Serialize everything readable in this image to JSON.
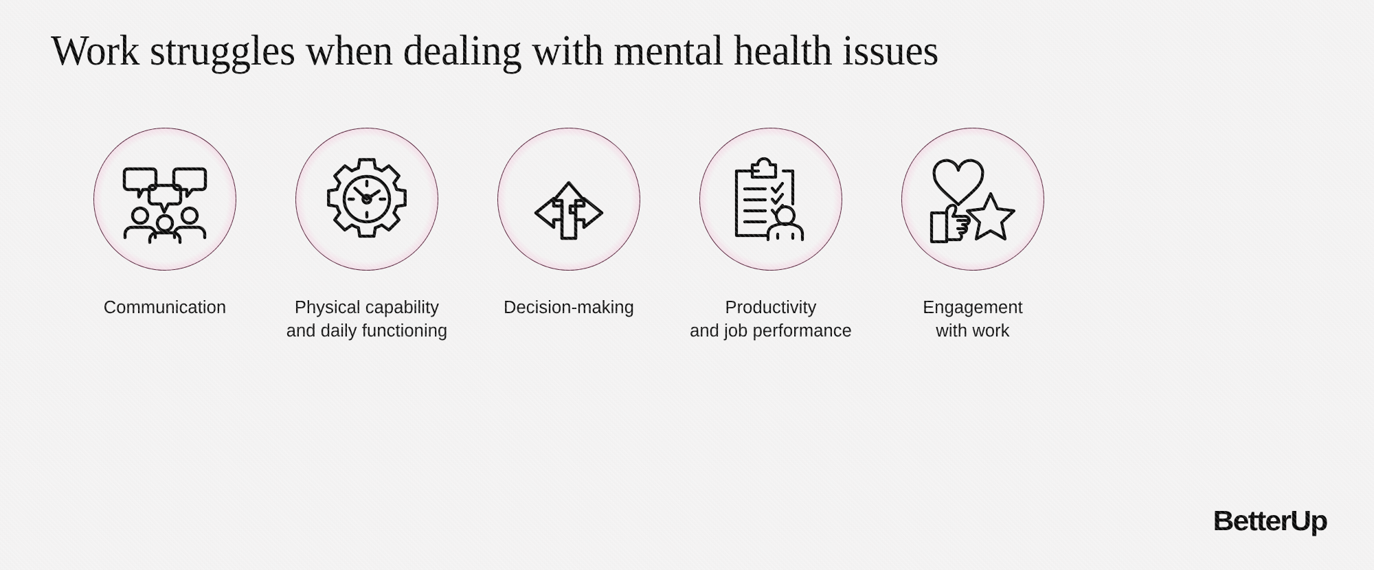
{
  "page": {
    "title": "Work struggles when dealing with mental health issues",
    "background_color": "#f4f3f3",
    "accent_color": "#e11d74",
    "text_color": "#141414"
  },
  "items": [
    {
      "icon": "speech-bubbles-people-icon",
      "label": "Communication"
    },
    {
      "icon": "gear-clock-icon",
      "label": "Physical capability\nand daily functioning"
    },
    {
      "icon": "three-way-arrows-icon",
      "label": "Decision-making"
    },
    {
      "icon": "clipboard-checklist-person-icon",
      "label": "Productivity\nand job performance"
    },
    {
      "icon": "heart-star-thumbsup-icon",
      "label": "Engagement\nwith work"
    }
  ],
  "logo": {
    "text": "BetterUp"
  }
}
